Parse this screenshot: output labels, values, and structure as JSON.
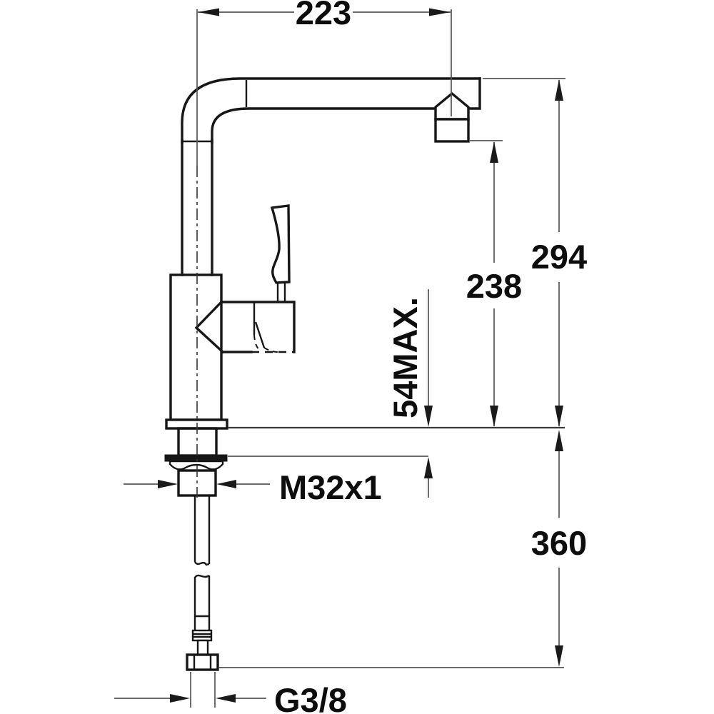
{
  "drawing": {
    "labels": {
      "width_223": "223",
      "height_294": "294",
      "height_238": "238",
      "deck_max": "54MAX.",
      "thread": "M32x1",
      "below_deck": "360",
      "connection": "G3/8"
    },
    "colors": {
      "outline": "#161616",
      "dimension_line": "#555555",
      "text": "#0d0d0d",
      "background": "#ffffff"
    }
  }
}
